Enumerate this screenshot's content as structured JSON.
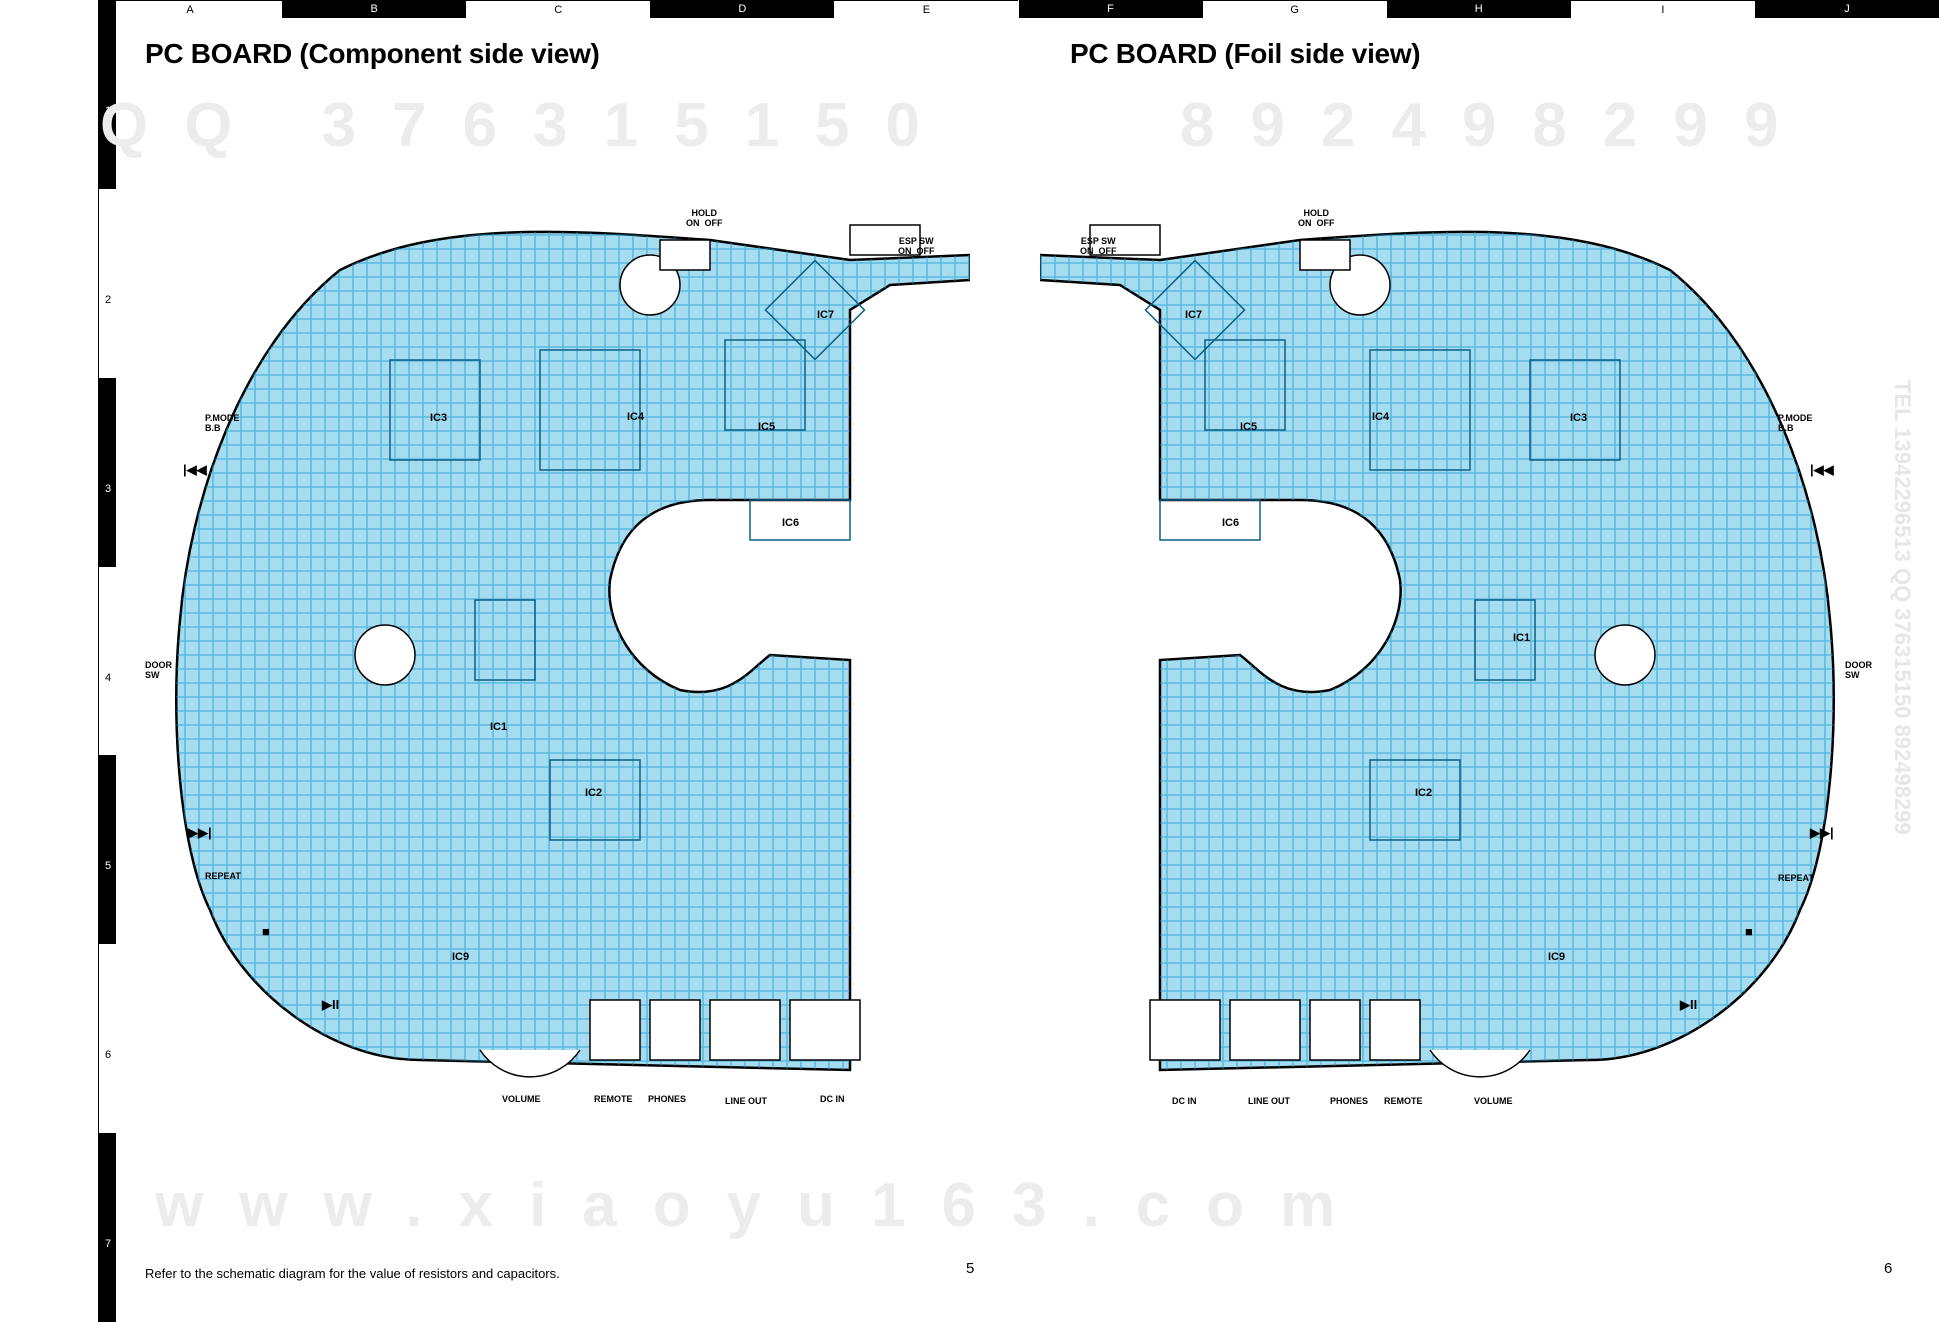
{
  "columns": [
    "A",
    "B",
    "C",
    "D",
    "E",
    "F",
    "G",
    "H",
    "I",
    "J"
  ],
  "rows": [
    "1",
    "2",
    "3",
    "4",
    "5",
    "6",
    "7"
  ],
  "titles": {
    "left": "PC BOARD (Component side view)",
    "right": "PC BOARD (Foil side view)"
  },
  "watermarks": {
    "top_left": "QQ 376315150",
    "top_right": "892498299",
    "bottom": "www.xiaoyu163.com",
    "side": "TEL 13942296513  QQ 376315150  892498299"
  },
  "left_board": {
    "hold_switch": "HOLD\nON  OFF",
    "esp_switch": "ESP SW\nON  OFF",
    "pmode": "P.MODE\nB.B",
    "door_sw": "DOOR\nSW",
    "repeat": "REPEAT",
    "prev_symbol": "|◀◀",
    "next_symbol": "▶▶|",
    "stop_symbol": "■",
    "play_symbol": "▶II",
    "jacks": [
      "VOLUME",
      "REMOTE",
      "PHONES",
      "LINE OUT",
      "DC IN"
    ],
    "ics": [
      "IC1",
      "IC2",
      "IC3",
      "IC4",
      "IC5",
      "IC6",
      "IC7",
      "IC9"
    ]
  },
  "right_board": {
    "hold_switch": "HOLD\nON  OFF",
    "esp_switch": "ESP SW\nON  OFF",
    "pmode": "P.MODE\nB.B",
    "door_sw": "DOOR\nSW",
    "repeat": "REPEAT",
    "prev_symbol": "|◀◀",
    "next_symbol": "▶▶|",
    "stop_symbol": "■",
    "play_symbol": "▶II",
    "jacks": [
      "DC IN",
      "LINE OUT",
      "PHONES",
      "REMOTE",
      "VOLUME"
    ],
    "ics": [
      "IC1",
      "IC2",
      "IC3",
      "IC4",
      "IC5",
      "IC6",
      "IC7",
      "IC9"
    ]
  },
  "footnote": "Refer to the schematic diagram for the value of resistors and capacitors.",
  "page_numbers": {
    "left": "5",
    "right": "6"
  },
  "colors": {
    "board_fill": "#a6dcef",
    "trace": "#1f9ed4",
    "outline": "#000000"
  }
}
